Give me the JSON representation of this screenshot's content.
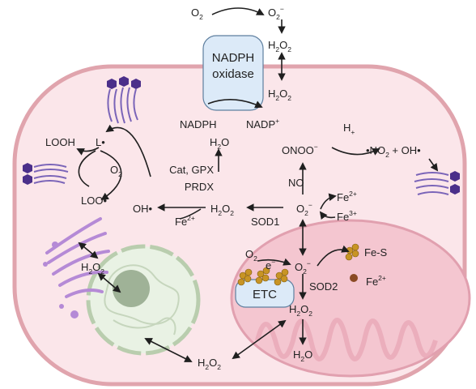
{
  "colors": {
    "cell_fill": "#fbe6ea",
    "cell_stroke": "#e0a4ad",
    "nucleus": "#e9f2e4",
    "nucleolus": "#9fb297",
    "mitochondrion": "#f4c6d0",
    "golgi": "#b58ad6",
    "membrane_lipid": "#4b2f8a",
    "enzyme_box": "#dceaf8",
    "iron_cluster": "#c89424",
    "arrow": "#1f1f1f"
  },
  "labels": {
    "o2_top": "O",
    "o2_top_sub": "2",
    "superoxide_top": "O",
    "superoxide_top_sub": "2",
    "superoxide_top_sup": "−",
    "h2o2_a": "H",
    "h2o2_a_sub1": "2",
    "h2o2_a_mid": "O",
    "h2o2_a_sub2": "2",
    "h2o2_b": "H",
    "h2o2_b_sub1": "2",
    "h2o2_b_mid": "O",
    "h2o2_b_sub2": "2",
    "nadph_oxidase_line1": "NADPH",
    "nadph_oxidase_line2": "oxidase",
    "nadph": "NADPH",
    "nadp": "NADP",
    "nadp_sup": "+",
    "looh": "LOOH",
    "l_radical": "L•",
    "o2_lipid": "O",
    "o2_lipid_sub": "2",
    "loo_radical": "LOO•",
    "oh_radical": "OH•",
    "h2o_top": "H",
    "h2o_top_sub": "2",
    "h2o_top_end": "O",
    "cat_gpx": "Cat, GPX",
    "prdx": "PRDX",
    "h2o2_center": "H",
    "h2o2_center_sub1": "2",
    "h2o2_center_mid": "O",
    "h2o2_center_sub2": "2",
    "fe2_left": "Fe",
    "fe2_left_sup": "2+",
    "sod1": "SOD1",
    "onoo": "ONOO",
    "onoo_sup": "−",
    "no": "NO",
    "h_plus": "H",
    "h_plus_sub": "+",
    "no2_oh": "•NO",
    "no2_sub": "2",
    "no2_oh_rest": " + OH•",
    "superoxide_mid": "O",
    "superoxide_mid_sub": "2",
    "superoxide_mid_sup": "−",
    "fe2_right": "Fe",
    "fe2_right_sup": "2+",
    "fe3_right": "Fe",
    "fe3_right_sup": "3+",
    "o2_etc": "O",
    "o2_etc_sub": "2",
    "electron": "e",
    "electron_sup": "−",
    "superoxide_mito": "O",
    "superoxide_mito_sub": "2",
    "superoxide_mito_sup": "−",
    "fe_s": "Fe-S",
    "fe2_mito": "Fe",
    "fe2_mito_sup": "2+",
    "etc": "ETC",
    "sod2": "SOD2",
    "h2o2_mito": "H",
    "h2o2_mito_sub1": "2",
    "h2o2_mito_mid": "O",
    "h2o2_mito_sub2": "2",
    "h2o_mito": "H",
    "h2o_mito_sub": "2",
    "h2o_mito_end": "O",
    "h2o2_golgi": "H",
    "h2o2_golgi_sub1": "2",
    "h2o2_golgi_mid": "O",
    "h2o2_golgi_sub2": "2",
    "h2o2_bottom": "H",
    "h2o2_bottom_sub1": "2",
    "h2o2_bottom_mid": "O",
    "h2o2_bottom_sub2": "2"
  }
}
